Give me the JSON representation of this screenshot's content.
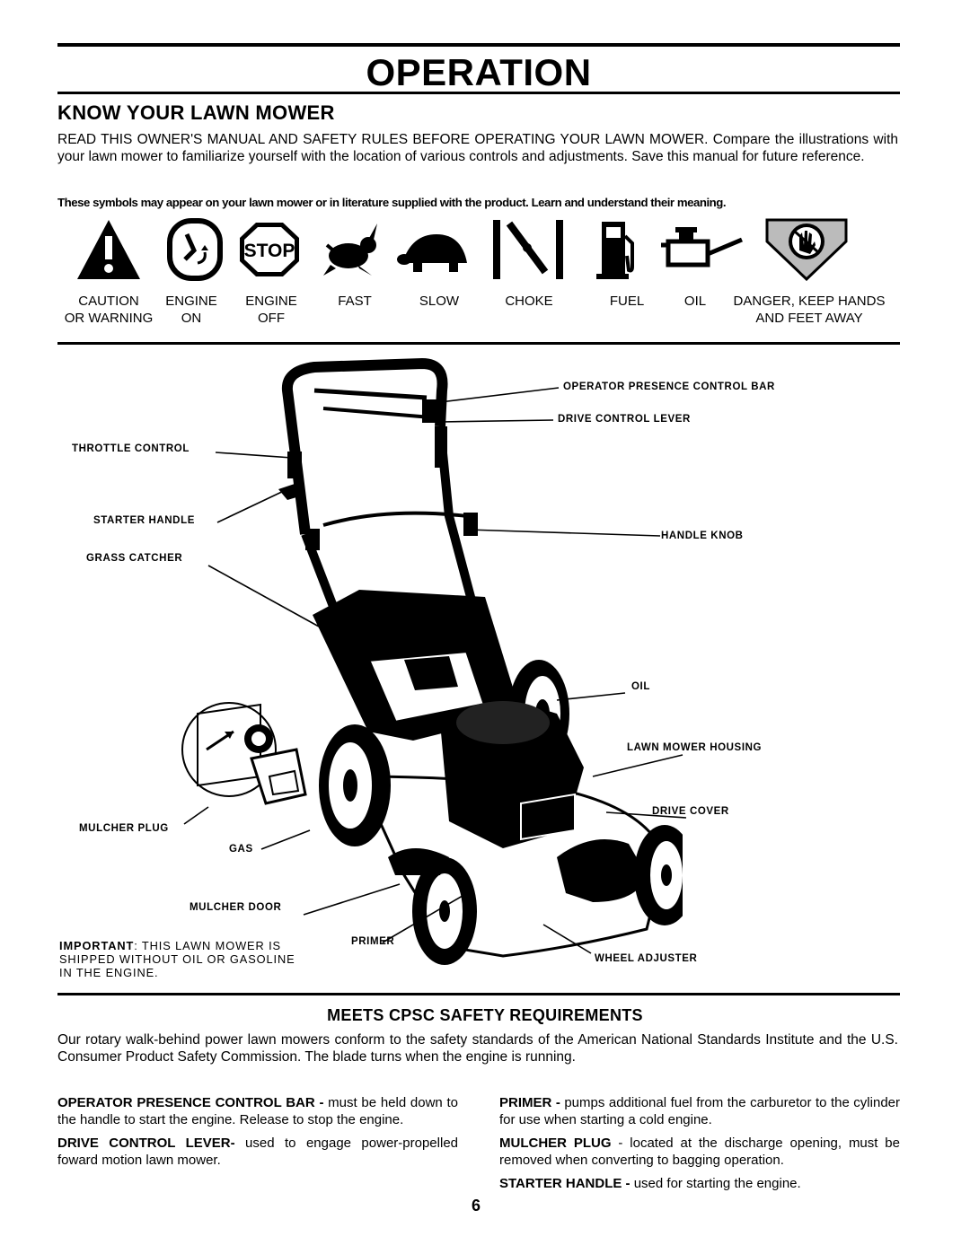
{
  "page": {
    "title": "OPERATION",
    "section_title": "KNOW YOUR LAWN MOWER",
    "intro": "READ THIS OWNER'S MANUAL AND SAFETY RULES BEFORE OPERATING YOUR LAWN MOWER.  Compare the illustrations with your lawn mower to familiarize yourself with the location of various controls and adjustments.  Save this manual for future reference.",
    "symbols_note": "These symbols may appear on your lawn mower or in literature supplied with the product.  Learn and understand their meaning.",
    "page_number": "6"
  },
  "symbols": [
    {
      "icon": "caution-triangle-icon",
      "label1": "CAUTION",
      "label2": "OR WARNING"
    },
    {
      "icon": "engine-on-icon",
      "label1": "ENGINE",
      "label2": "ON"
    },
    {
      "icon": "stop-icon",
      "label1": "ENGINE",
      "label2": "OFF",
      "text": "STOP"
    },
    {
      "icon": "rabbit-icon",
      "label1": "FAST",
      "label2": ""
    },
    {
      "icon": "turtle-icon",
      "label1": "SLOW",
      "label2": ""
    },
    {
      "icon": "choke-icon",
      "label1": "CHOKE",
      "label2": ""
    },
    {
      "icon": "fuel-pump-icon",
      "label1": "FUEL",
      "label2": ""
    },
    {
      "icon": "oil-can-icon",
      "label1": "OIL",
      "label2": ""
    },
    {
      "icon": "keep-hands-away-icon",
      "label1": "DANGER, KEEP HANDS",
      "label2": "AND FEET AWAY"
    }
  ],
  "callouts": {
    "operator_presence_control_bar": "OPERATOR  PRESENCE  CONTROL  BAR",
    "drive_control_lever": "DRIVE  CONTROL  LEVER",
    "throttle_control": "THROTTLE  CONTROL",
    "starter_handle": "STARTER  HANDLE",
    "handle_knob": "HANDLE  KNOB",
    "grass_catcher": "GRASS  CATCHER",
    "oil": "OIL",
    "lawn_mower_housing": "LAWN  MOWER  HOUSING",
    "drive_cover": "DRIVE  COVER",
    "mulcher_plug": "MULCHER  PLUG",
    "gas": "GAS",
    "mulcher_door": "MULCHER  DOOR",
    "primer": "PRIMER",
    "wheel_adjuster": "WHEEL  ADJUSTER"
  },
  "important": {
    "label": "IMPORTANT",
    "line1": ":  THIS LAWN MOWER IS",
    "line2": "SHIPPED WITHOUT OIL OR GASOLINE",
    "line3": "IN THE ENGINE."
  },
  "safety": {
    "title": "MEETS CPSC SAFETY REQUIREMENTS",
    "text": "Our rotary walk-behind power lawn mowers conform to the safety standards of the American National Standards Institute and the U.S. Consumer Product Safety Commission.  The blade turns when the engine is running."
  },
  "definitions_left": [
    {
      "term": "OPERATOR PRESENCE CONTROL BAR - ",
      "text": "must be held down to the handle to start the engine.  Release to stop the engine."
    },
    {
      "term": "DRIVE CONTROL LEVER- ",
      "text": "used to engage power-propelled foward motion lawn mower."
    }
  ],
  "definitions_right": [
    {
      "term": "PRIMER - ",
      "text": "pumps additional fuel from the carburetor to the cylinder for use when starting a cold engine."
    },
    {
      "term": "MULCHER PLUG ",
      "text": "- located at the discharge opening, must be removed when converting to bagging operation."
    },
    {
      "term": "STARTER HANDLE - ",
      "text": "used for starting the engine."
    }
  ]
}
